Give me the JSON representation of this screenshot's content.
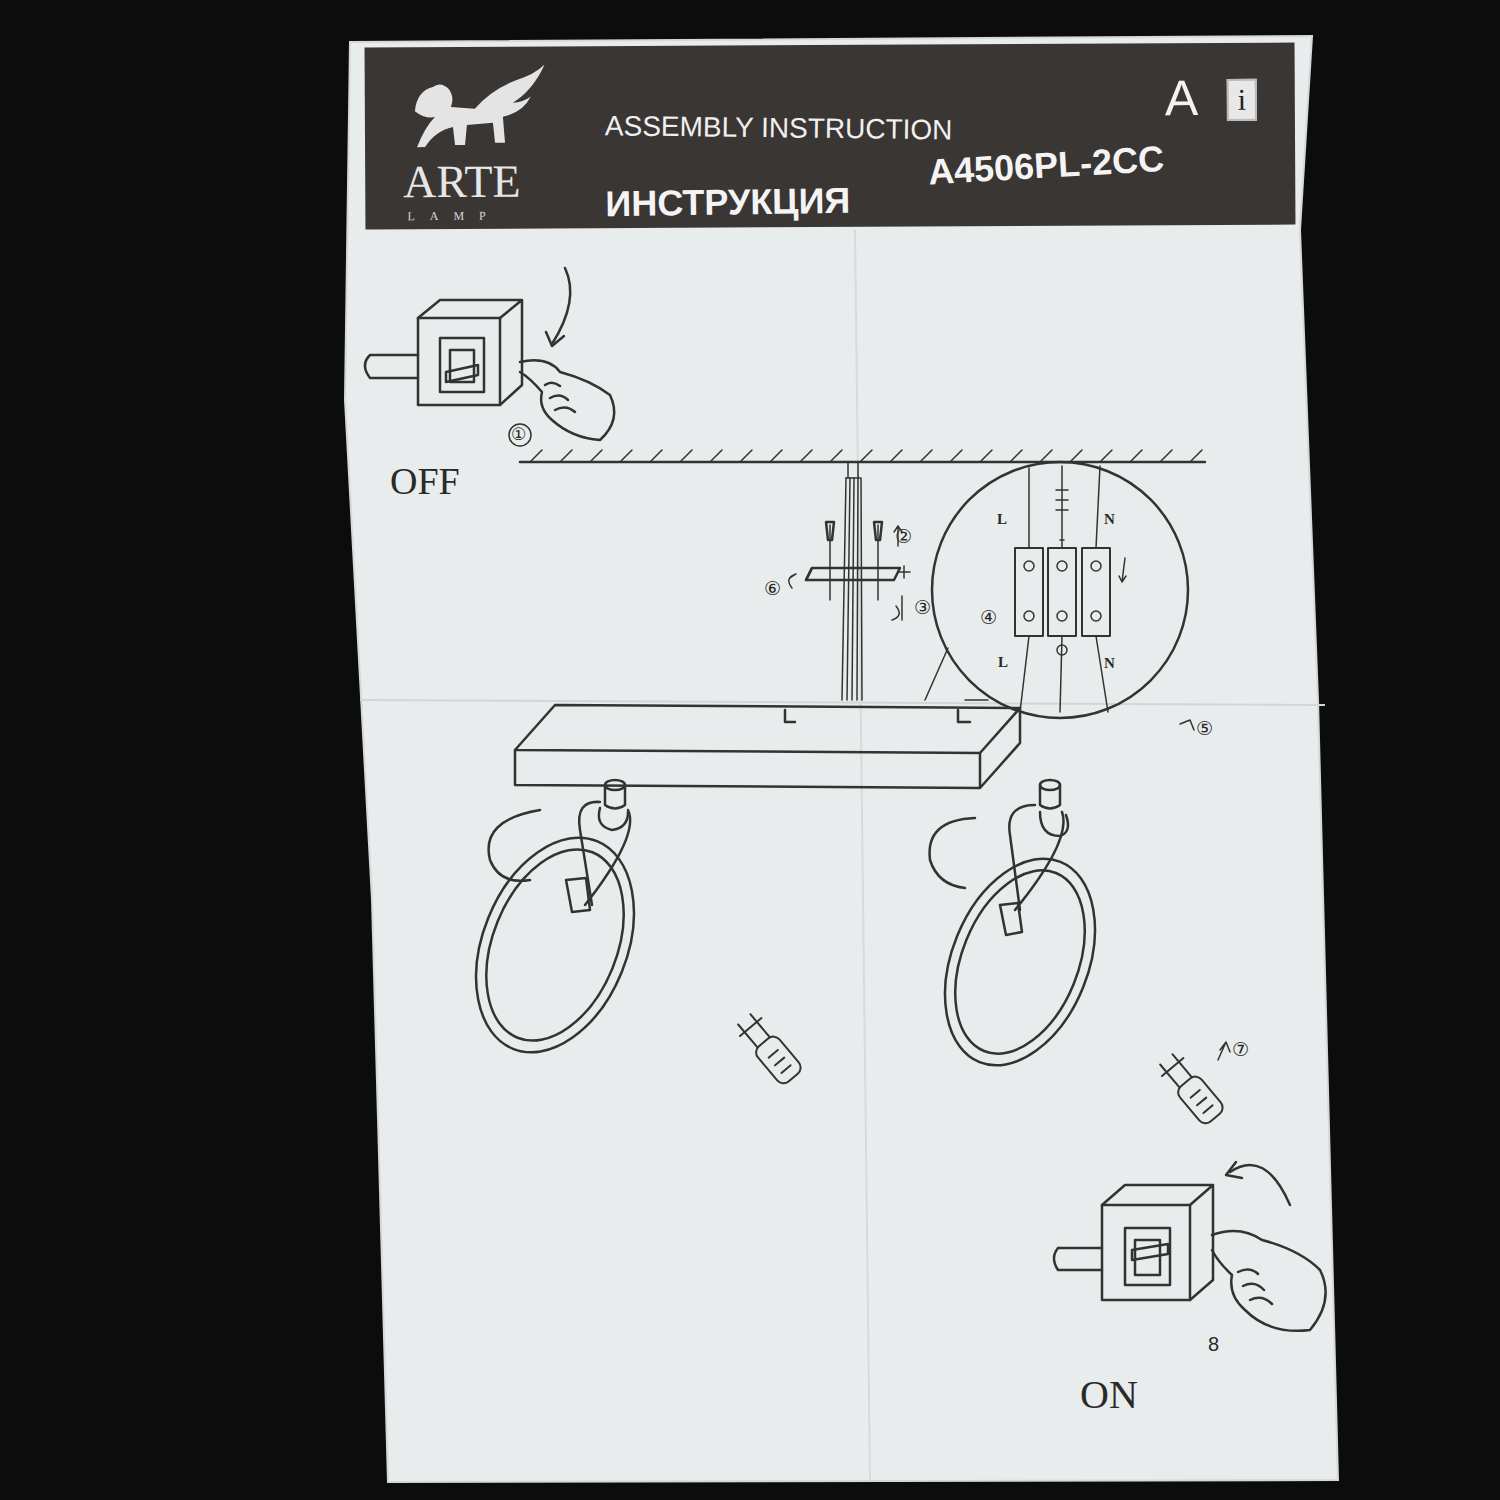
{
  "diagram": {
    "nodes": [
      {
        "text": [
          "ARTE",
          "LAMP",
          "ASSEMBLY INSTRUCTION",
          "A",
          "i",
          "ИНСТРУКЦИЯ",
          "A4506PL-2CC"
        ]
      }
    ],
    "labels": [
      "①",
      "OFF",
      "②",
      "L",
      "N",
      "⑥",
      "③",
      "④",
      "L",
      "N",
      "⑤",
      "⑦",
      "8",
      "ON"
    ]
  }
}
